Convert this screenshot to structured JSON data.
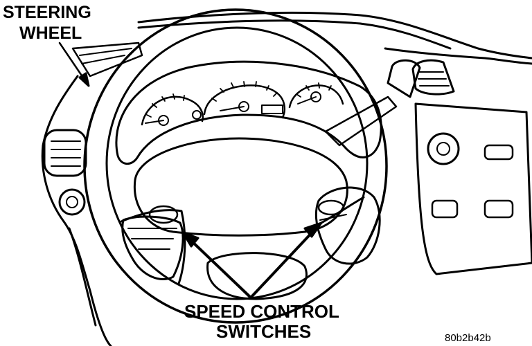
{
  "labels": {
    "steering_line1": "STEERING",
    "steering_line2": "WHEEL",
    "speed_line1": "SPEED CONTROL",
    "speed_line2": "SWITCHES",
    "figure_code": "80b2b42b"
  },
  "colors": {
    "ink": "#000000",
    "paper": "#ffffff"
  }
}
